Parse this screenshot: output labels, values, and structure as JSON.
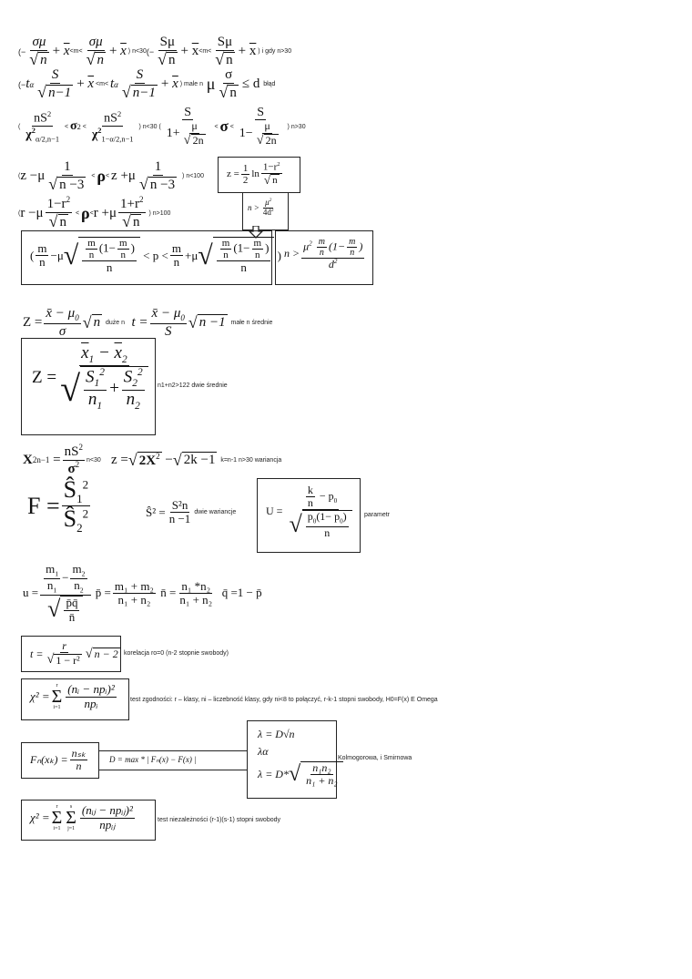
{
  "rows": {
    "r1": {
      "mean_interval_small": "(−σμ/√n + x̄ < m < σμ/√n + x̄)",
      "lt": "<m<",
      "cond1": "n<30",
      "cond2": "i gdy n>30",
      "paren_open": "(−",
      "paren_close": ")",
      "sigma_mu": "σμ",
      "S_mu": "Sμ",
      "sqrt_n": "n",
      "xbar": "x",
      "plus": "+"
    },
    "r2": {
      "t_alpha": "t",
      "alpha": "α",
      "S": "S",
      "n_minus_1": "n−1",
      "cond": "male n",
      "mu": "μ",
      "sigma": "σ",
      "le_d": "≤ d",
      "error_label": "błąd"
    },
    "r3": {
      "nS2": "nS",
      "chi": "χ",
      "sub_left": "α/2,n−1",
      "sub_right": "1−α/2,n−1",
      "sigma2": "σ",
      "cond1": "n<30",
      "cond2": "n>30",
      "S": "S",
      "one_plus": "1+",
      "one_minus": "1−",
      "mu": "μ",
      "two_n": "2n"
    },
    "r4": {
      "z_minus_mu": "z −μ",
      "one": "1",
      "n_minus_3": "n −3",
      "rho": "ρ",
      "z_plus_mu": "z +μ",
      "cond": "n<100"
    },
    "r5": {
      "r_minus_mu": "r −μ",
      "num_minus": "1−r",
      "num_plus": "1+r",
      "n": "n",
      "rho": "ρ",
      "r_plus_mu": "r +μ",
      "cond": "n>100"
    },
    "fisher_box": {
      "z": "z =",
      "half_num": "1",
      "half_den": "2",
      "ln": "ln",
      "num": "1−r",
      "den": "n"
    },
    "n_rho_box": {
      "n_gt": "n >",
      "num": "μ",
      "den": "4d"
    },
    "prop_box": {
      "m": "m",
      "n": "n",
      "mu": "μ",
      "p": "p",
      "one_minus": "(1−",
      "close": ")"
    },
    "n_prop_box": {
      "n_gt": "n >",
      "mu": "μ",
      "m": "m",
      "n": "n",
      "one_minus": "1−",
      "d": "d"
    },
    "mean_tests": {
      "Z": "Z =",
      "xbar_mu0": "x̄ − μ",
      "sigma": "σ",
      "n": "n",
      "large_n": "duże n",
      "t": "t =",
      "S": "S",
      "n_minus_1": "n −1",
      "small_n_label": "małe n  średnie"
    },
    "two_means_box": {
      "Z": "Z =",
      "x1": "x",
      "x2": "x",
      "S1": "S",
      "S2": "S",
      "n1": "n",
      "n2": "n",
      "label": "n1+n2>122 dwie średnie"
    },
    "variance": {
      "chi": "X",
      "sub": "n−1",
      "nS2": "nS",
      "sigma2": "σ",
      "cond": "n<30",
      "z": "z =",
      "two_chi": "2X",
      "two_k_minus_1": "2k −1",
      "label": "k=n-1 n>30 wariancja"
    },
    "f_test": {
      "F": "F =",
      "S": "Ŝ",
      "sub1": "1",
      "sub2": "2",
      "sup": "2"
    },
    "s_hat": {
      "lhs": "Ŝ² =",
      "num": "S²n",
      "den": "n −1",
      "label": "dwie wariancje"
    },
    "u_param_box": {
      "U": "U =",
      "k": "k",
      "n": "n",
      "p0": "p",
      "one_minus": "(1− p",
      "label": "parametr"
    },
    "two_props": {
      "u": "u =",
      "m1": "m",
      "m2": "m",
      "n1": "n",
      "n2": "n",
      "pq": "p̄q̄",
      "nbar": "n̄",
      "pbar_eq": "p̄ =",
      "pbar_num": "m₁ + m₂",
      "pbar_den": "n₁ + n₂",
      "nbar_eq": "n̄ =",
      "nbar_num": "n₁ *n₂",
      "nbar_den": "n₁ + n₂",
      "qbar": "q̄ =1 − p̄"
    },
    "corr_box": {
      "t": "t =",
      "r": "r",
      "den": "1 − r²",
      "n_minus_2": "n − 2",
      "label": "korelacja ro=0 (n-2 stopnie swobody)"
    },
    "chi_fit_box": {
      "lhs": "χ² =",
      "sum_top": "r",
      "sum_bottom": "i=1",
      "num": "(nᵢ − npᵢ)²",
      "den": "npᵢ",
      "label": "test zgodności: r – klasy, ni – liczebność klasy, gdy ni<8 to połączyć, r-k-1 stopni swobody, H0=F(x) E Omega"
    },
    "ks": {
      "fn_lhs": "Fₙ(xₖ) =",
      "fn_num": "nₛₖ",
      "fn_den": "n",
      "d_def": "D = max * | Fₙ(x) − F(x) |",
      "lambda1": "λ = D√n",
      "lambda_alpha": "λα",
      "lambda2_lhs": "λ = D*",
      "lambda2_num": "n₁n₂",
      "lambda2_den": "n₁ + n₂",
      "label": "Kolmogorowa, i Smirnowa"
    },
    "chi_indep_box": {
      "lhs": "χ² =",
      "sum1_top": "r",
      "sum1_bottom": "i=1",
      "sum2_top": "s",
      "sum2_bottom": "j=1",
      "num": "(nᵢⱼ − npᵢⱼ)²",
      "den": "npᵢⱼ",
      "label": "test niezależności (r-1)(s-1) stopni swobody"
    }
  }
}
